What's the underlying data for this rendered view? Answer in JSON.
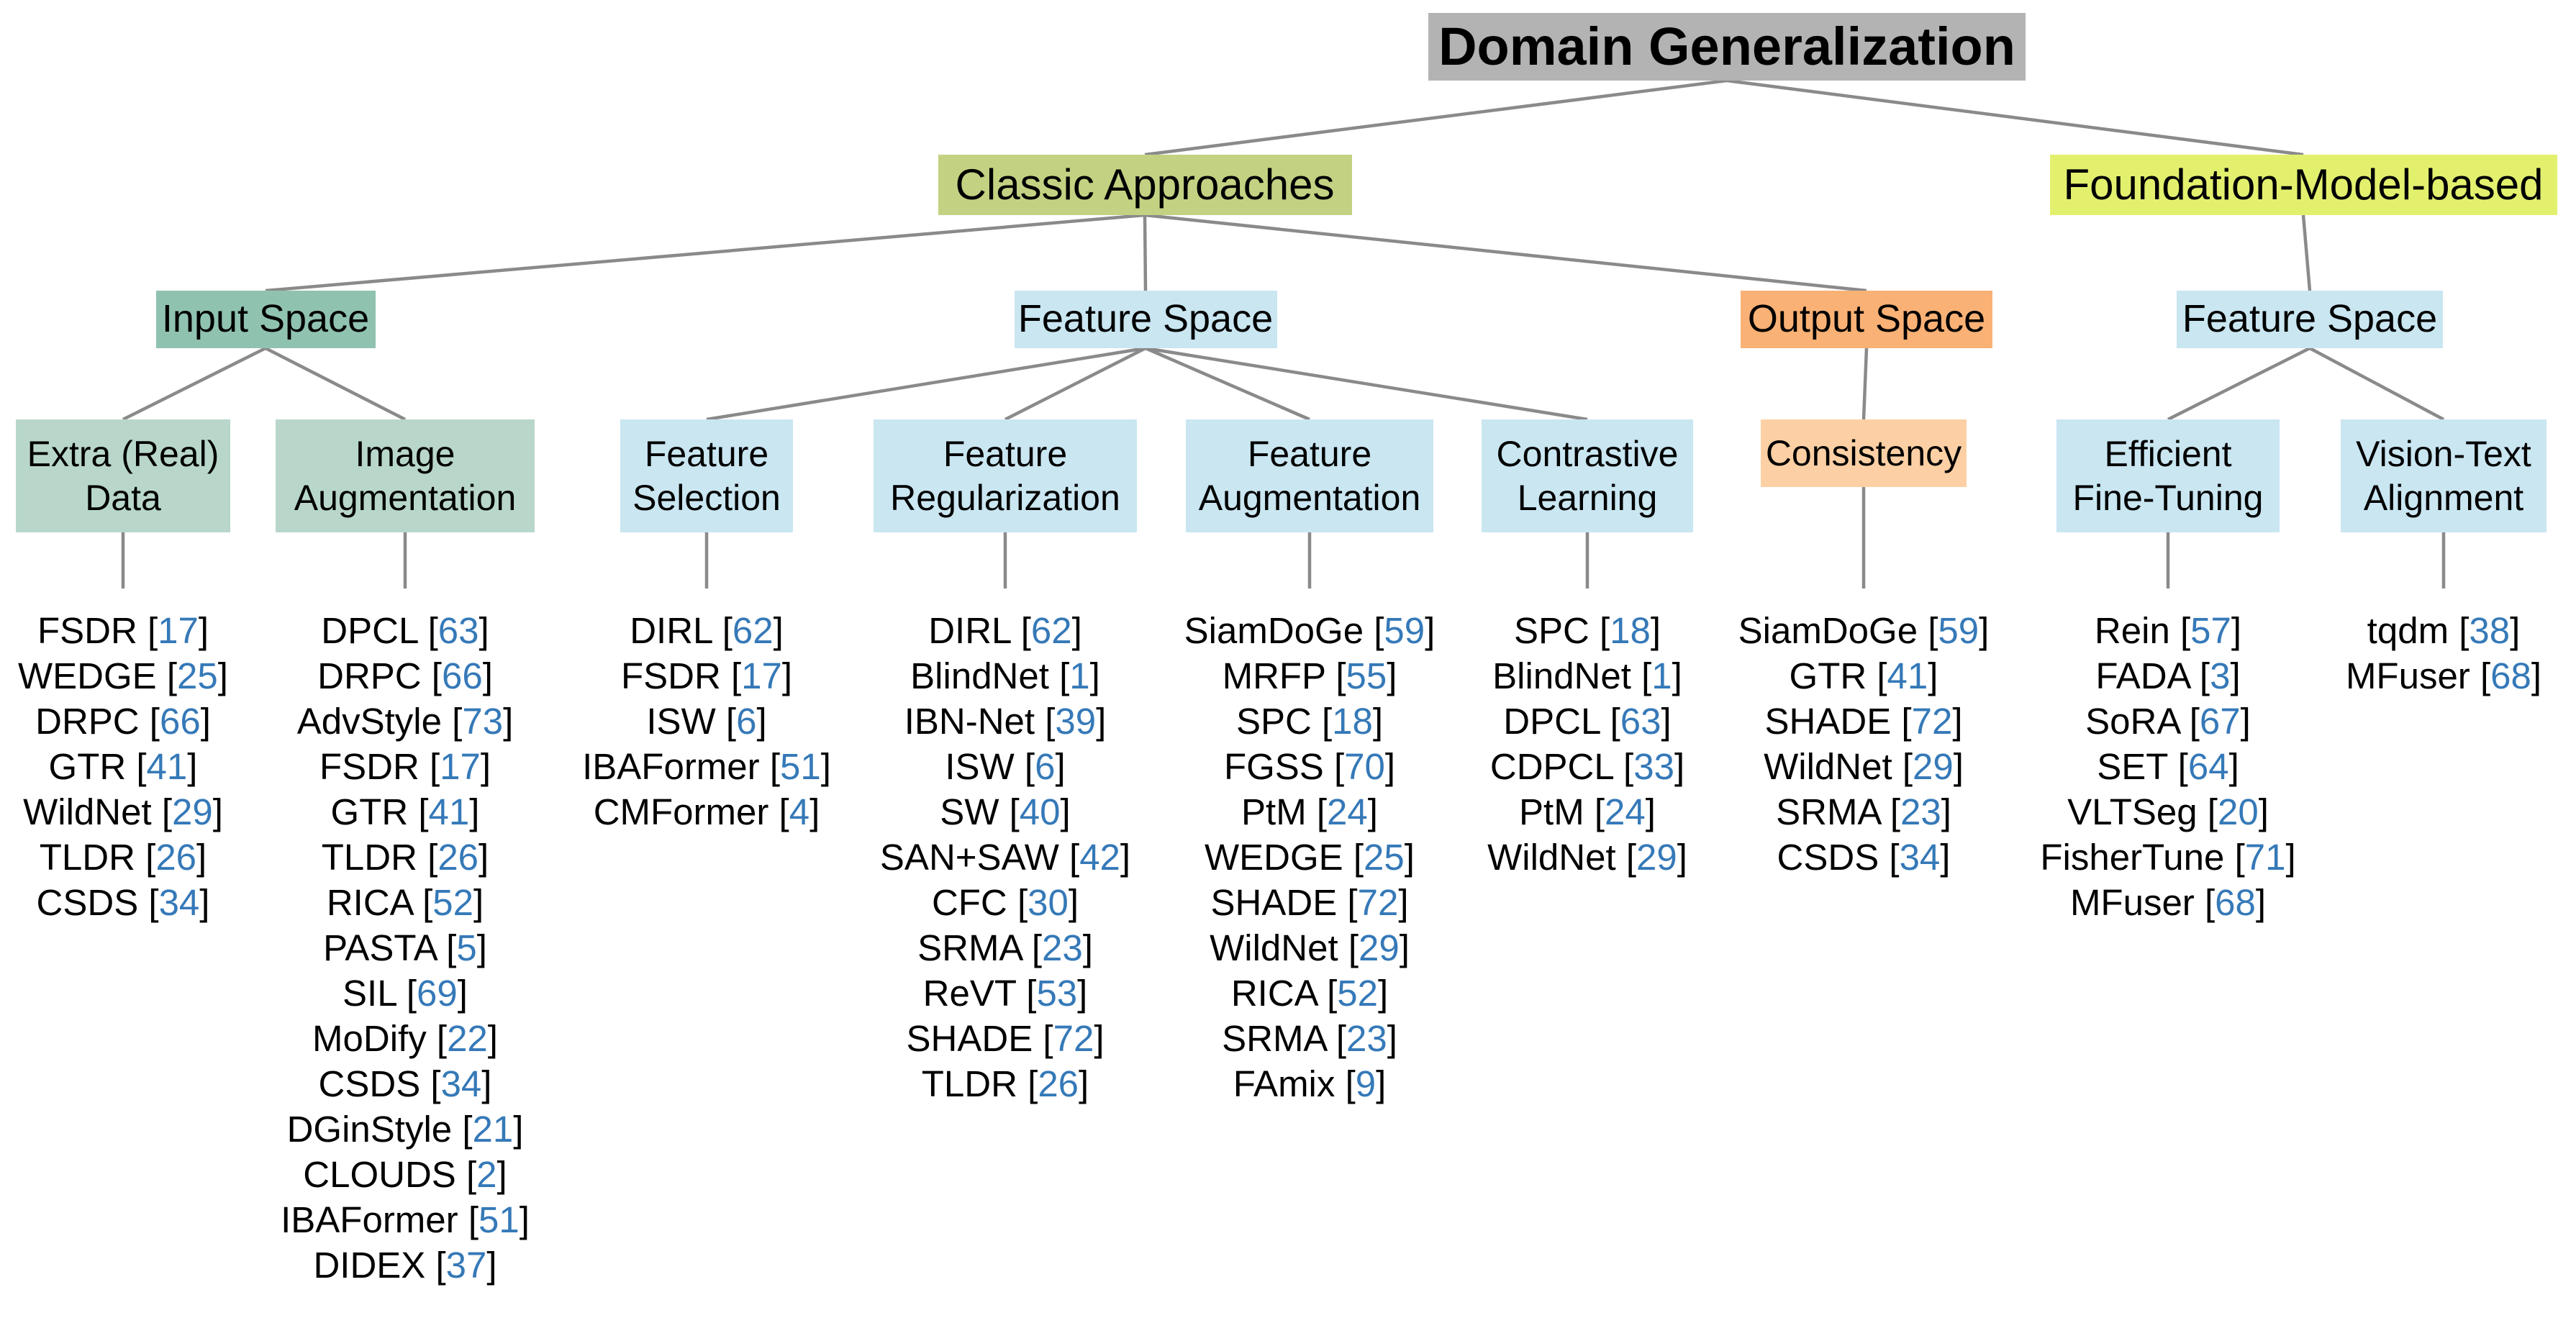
{
  "palette": {
    "gray": "#b3b3b3",
    "olive": "#c3d282",
    "lime": "#e3f06e",
    "teal": "#90c2b0",
    "tealLight": "#b8d7ca",
    "blueLight": "#c9e6f1",
    "orange": "#f9b175",
    "orangeLight": "#fcd0a4",
    "line": "#8a8a8a",
    "citation_blue": "#3579b8"
  },
  "citation_format": {
    "open": "[",
    "close": "]"
  },
  "tree": {
    "id": "root",
    "label": "Domain Generalization",
    "color": "gray",
    "children": [
      {
        "id": "classic",
        "label": "Classic Approaches",
        "color": "olive",
        "children": [
          {
            "id": "input-space",
            "label": "Input Space",
            "color": "teal",
            "children": [
              {
                "id": "extra-real-data",
                "label": "Extra (Real) Data",
                "lines": [
                  "Extra (Real)",
                  "Data"
                ],
                "color": "tealLight",
                "methods": [
                  {
                    "name": "FSDR",
                    "ref": "17"
                  },
                  {
                    "name": "WEDGE",
                    "ref": "25"
                  },
                  {
                    "name": "DRPC",
                    "ref": "66"
                  },
                  {
                    "name": "GTR",
                    "ref": "41"
                  },
                  {
                    "name": "WildNet",
                    "ref": "29"
                  },
                  {
                    "name": "TLDR",
                    "ref": "26"
                  },
                  {
                    "name": "CSDS",
                    "ref": "34"
                  }
                ]
              },
              {
                "id": "image-augmentation",
                "label": "Image Augmentation",
                "lines": [
                  "Image",
                  "Augmentation"
                ],
                "color": "tealLight",
                "methods": [
                  {
                    "name": "DPCL",
                    "ref": "63"
                  },
                  {
                    "name": "DRPC",
                    "ref": "66"
                  },
                  {
                    "name": "AdvStyle",
                    "ref": "73"
                  },
                  {
                    "name": "FSDR",
                    "ref": "17"
                  },
                  {
                    "name": "GTR",
                    "ref": "41"
                  },
                  {
                    "name": "TLDR",
                    "ref": "26"
                  },
                  {
                    "name": "RICA",
                    "ref": "52"
                  },
                  {
                    "name": "PASTA",
                    "ref": "5"
                  },
                  {
                    "name": "SIL",
                    "ref": "69"
                  },
                  {
                    "name": "MoDify",
                    "ref": "22"
                  },
                  {
                    "name": "CSDS",
                    "ref": "34"
                  },
                  {
                    "name": "DGinStyle",
                    "ref": "21"
                  },
                  {
                    "name": "CLOUDS",
                    "ref": "2"
                  },
                  {
                    "name": "IBAFormer",
                    "ref": "51"
                  },
                  {
                    "name": "DIDEX",
                    "ref": "37"
                  }
                ]
              }
            ]
          },
          {
            "id": "feature-space-classic",
            "label": "Feature Space",
            "color": "blueLight",
            "children": [
              {
                "id": "feature-selection",
                "label": "Feature Selection",
                "lines": [
                  "Feature",
                  "Selection"
                ],
                "color": "blueLight",
                "methods": [
                  {
                    "name": "DIRL",
                    "ref": "62"
                  },
                  {
                    "name": "FSDR",
                    "ref": "17"
                  },
                  {
                    "name": "ISW",
                    "ref": "6"
                  },
                  {
                    "name": "IBAFormer",
                    "ref": "51"
                  },
                  {
                    "name": "CMFormer",
                    "ref": "4"
                  }
                ]
              },
              {
                "id": "feature-regularization",
                "label": "Feature Regularization",
                "lines": [
                  "Feature",
                  "Regularization"
                ],
                "color": "blueLight",
                "methods": [
                  {
                    "name": "DIRL",
                    "ref": "62"
                  },
                  {
                    "name": "BlindNet",
                    "ref": "1"
                  },
                  {
                    "name": "IBN-Net",
                    "ref": "39"
                  },
                  {
                    "name": "ISW",
                    "ref": "6"
                  },
                  {
                    "name": "SW",
                    "ref": "40"
                  },
                  {
                    "name": "SAN+SAW",
                    "ref": "42"
                  },
                  {
                    "name": "CFC",
                    "ref": "30"
                  },
                  {
                    "name": "SRMA",
                    "ref": "23"
                  },
                  {
                    "name": "ReVT",
                    "ref": "53"
                  },
                  {
                    "name": "SHADE",
                    "ref": "72"
                  },
                  {
                    "name": "TLDR",
                    "ref": "26"
                  }
                ]
              },
              {
                "id": "feature-augmentation",
                "label": "Feature Augmentation",
                "lines": [
                  "Feature",
                  "Augmentation"
                ],
                "color": "blueLight",
                "methods": [
                  {
                    "name": "SiamDoGe",
                    "ref": "59"
                  },
                  {
                    "name": "MRFP",
                    "ref": "55"
                  },
                  {
                    "name": "SPC",
                    "ref": "18"
                  },
                  {
                    "name": "FGSS",
                    "ref": "70"
                  },
                  {
                    "name": "PtM",
                    "ref": "24"
                  },
                  {
                    "name": "WEDGE",
                    "ref": "25"
                  },
                  {
                    "name": "SHADE",
                    "ref": "72"
                  },
                  {
                    "name": "WildNet",
                    "ref": "29"
                  },
                  {
                    "name": "RICA",
                    "ref": "52"
                  },
                  {
                    "name": "SRMA",
                    "ref": "23"
                  },
                  {
                    "name": "FAmix",
                    "ref": "9"
                  }
                ]
              },
              {
                "id": "contrastive-learning",
                "label": "Contrastive Learning",
                "lines": [
                  "Contrastive",
                  "Learning"
                ],
                "color": "blueLight",
                "methods": [
                  {
                    "name": "SPC",
                    "ref": "18"
                  },
                  {
                    "name": "BlindNet",
                    "ref": "1"
                  },
                  {
                    "name": "DPCL",
                    "ref": "63"
                  },
                  {
                    "name": "CDPCL",
                    "ref": "33"
                  },
                  {
                    "name": "PtM",
                    "ref": "24"
                  },
                  {
                    "name": "WildNet",
                    "ref": "29"
                  }
                ]
              }
            ]
          },
          {
            "id": "output-space",
            "label": "Output Space",
            "color": "orange",
            "children": [
              {
                "id": "consistency",
                "label": "Consistency",
                "color": "orangeLight",
                "methods": [
                  {
                    "name": "SiamDoGe",
                    "ref": "59"
                  },
                  {
                    "name": "GTR",
                    "ref": "41"
                  },
                  {
                    "name": "SHADE",
                    "ref": "72"
                  },
                  {
                    "name": "WildNet",
                    "ref": "29"
                  },
                  {
                    "name": "SRMA",
                    "ref": "23"
                  },
                  {
                    "name": "CSDS",
                    "ref": "34"
                  }
                ]
              }
            ]
          }
        ]
      },
      {
        "id": "foundation",
        "label": "Foundation-Model-based",
        "color": "lime",
        "children": [
          {
            "id": "feature-space-foundation",
            "label": "Feature Space",
            "color": "blueLight",
            "children": [
              {
                "id": "efficient-fine-tuning",
                "label": "Efficient Fine-Tuning",
                "lines": [
                  "Efficient",
                  "Fine-Tuning"
                ],
                "color": "blueLight",
                "methods": [
                  {
                    "name": "Rein",
                    "ref": "57"
                  },
                  {
                    "name": "FADA",
                    "ref": "3"
                  },
                  {
                    "name": "SoRA",
                    "ref": "67"
                  },
                  {
                    "name": "SET",
                    "ref": "64"
                  },
                  {
                    "name": "VLTSeg",
                    "ref": "20"
                  },
                  {
                    "name": "FisherTune",
                    "ref": "71"
                  },
                  {
                    "name": "MFuser",
                    "ref": "68"
                  }
                ]
              },
              {
                "id": "vision-text-alignment",
                "label": "Vision-Text Alignment",
                "lines": [
                  "Vision-Text",
                  "Alignment"
                ],
                "color": "blueLight",
                "methods": [
                  {
                    "name": "tqdm",
                    "ref": "38"
                  },
                  {
                    "name": "MFuser",
                    "ref": "68"
                  }
                ]
              }
            ]
          }
        ]
      }
    ]
  }
}
